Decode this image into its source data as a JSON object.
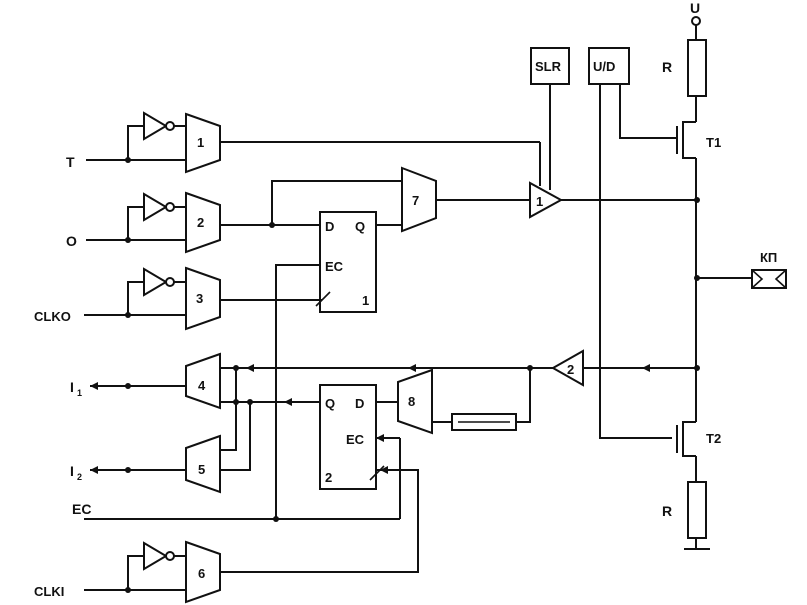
{
  "inputs": {
    "T": "T",
    "O": "O",
    "CLKO": "CLKO",
    "I1_main": "I",
    "I1_sub": "1",
    "I2_main": "I",
    "I2_sub": "2",
    "EC": "EC",
    "CLKI": "CLKI"
  },
  "gates": {
    "g1": "1",
    "g2": "2",
    "g3": "3",
    "g4": "4",
    "g5": "5",
    "g6": "6",
    "g7": "7",
    "g8": "8",
    "buf1": "1",
    "buf2": "2"
  },
  "flipflop1": {
    "D": "D",
    "Q": "Q",
    "EC": "EC",
    "num": "1"
  },
  "flipflop2": {
    "Q": "Q",
    "D": "D",
    "EC": "EC",
    "num": "2"
  },
  "controls": {
    "SLR": "SLR",
    "UD": "U/D"
  },
  "supply": {
    "U": "U"
  },
  "resistors": {
    "r_top": "R",
    "r_bottom": "R"
  },
  "transistors": {
    "t1": "T1",
    "t2": "T2"
  },
  "pad": {
    "label": "КП"
  }
}
